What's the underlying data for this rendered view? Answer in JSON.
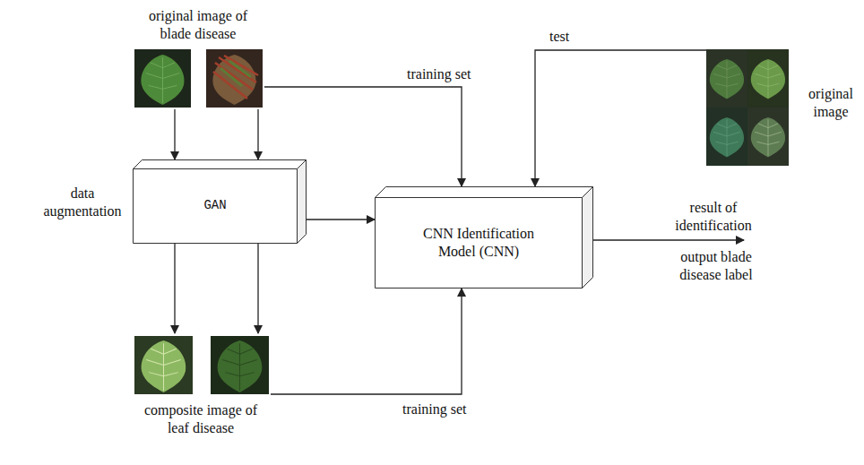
{
  "diagram": {
    "nodes": [
      {
        "text": [
          "original image of blade disease"
        ]
      },
      {
        "text": [
          "GAN"
        ]
      },
      {
        "text": [
          "CNN Identification Model (CNN)"
        ]
      },
      {
        "text": [
          "original image"
        ]
      },
      {
        "text": [
          "composite image of leaf disease"
        ]
      }
    ],
    "edges": [
      {
        "from": 0,
        "to": 1,
        "arrow": "to"
      },
      {
        "from": 0,
        "to": 1,
        "arrow": "to"
      },
      {
        "from": 0,
        "to": 2,
        "label": "training set",
        "arrow": "to"
      },
      {
        "from": 3,
        "to": 2,
        "label": "test",
        "arrow": "to"
      },
      {
        "from": 1,
        "to": 2,
        "arrow": "to"
      },
      {
        "from": 1,
        "to": 4,
        "arrow": "to"
      },
      {
        "from": 1,
        "to": 4,
        "arrow": "to"
      },
      {
        "from": 4,
        "to": 2,
        "label": "training set",
        "arrow": "to"
      }
    ],
    "labels": [
      "data augmentation",
      "result of identification",
      "output blade disease label"
    ]
  }
}
